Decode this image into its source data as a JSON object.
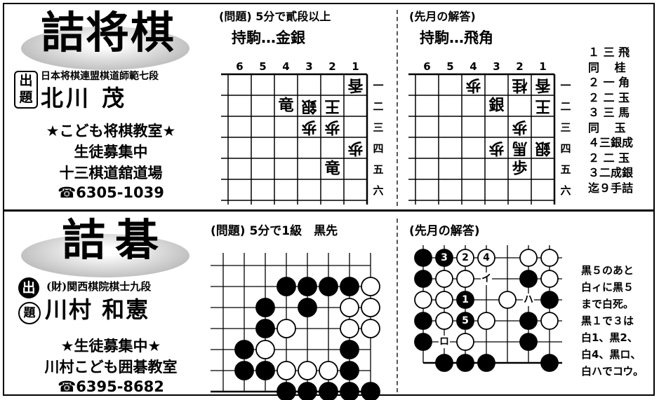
{
  "shogi": {
    "title": "詰将棋",
    "setter_label_top": "出",
    "setter_label_bottom": "題",
    "setter_affiliation": "日本将棋連盟棋道師範七段",
    "setter_name": "北川 茂",
    "promo_1": "★こども将棋教室★",
    "promo_2": "生徒募集中",
    "promo_3": "十三棋道舘道場",
    "phone": "☎6305-1039",
    "problem_heading": "(問題) 5分で貳段以上",
    "problem_hand": "持駒…金銀",
    "answer_heading": "(先月の解答)",
    "answer_hand": "持駒…飛角",
    "files": [
      "6",
      "5",
      "4",
      "3",
      "2",
      "1"
    ],
    "ranks": [
      "一",
      "二",
      "三",
      "四",
      "五",
      "六"
    ],
    "problem_pieces": [
      {
        "file": 1,
        "rank": 1,
        "piece": "香",
        "side": "gote"
      },
      {
        "file": 4,
        "rank": 2,
        "piece": "竜",
        "side": "sente"
      },
      {
        "file": 3,
        "rank": 2,
        "piece": "銀",
        "side": "gote"
      },
      {
        "file": 2,
        "rank": 2,
        "piece": "王",
        "side": "gote"
      },
      {
        "file": 3,
        "rank": 3,
        "piece": "歩",
        "side": "gote"
      },
      {
        "file": 2,
        "rank": 3,
        "piece": "歩",
        "side": "gote"
      },
      {
        "file": 1,
        "rank": 4,
        "piece": "歩",
        "side": "gote"
      },
      {
        "file": 2,
        "rank": 5,
        "piece": "竜",
        "side": "sente"
      }
    ],
    "answer_pieces": [
      {
        "file": 4,
        "rank": 1,
        "piece": "歩",
        "side": "gote"
      },
      {
        "file": 2,
        "rank": 1,
        "piece": "桂",
        "side": "gote"
      },
      {
        "file": 1,
        "rank": 1,
        "piece": "香",
        "side": "gote"
      },
      {
        "file": 3,
        "rank": 2,
        "piece": "銀",
        "side": "sente"
      },
      {
        "file": 1,
        "rank": 2,
        "piece": "王",
        "side": "gote"
      },
      {
        "file": 2,
        "rank": 3,
        "piece": "歩",
        "side": "gote"
      },
      {
        "file": 3,
        "rank": 4,
        "piece": "歩",
        "side": "gote"
      },
      {
        "file": 2,
        "rank": 4,
        "piece": "馬",
        "side": "gote"
      },
      {
        "file": 1,
        "rank": 4,
        "piece": "銀",
        "side": "gote"
      },
      {
        "file": 2,
        "rank": 5,
        "piece": "歩",
        "side": "sente"
      }
    ],
    "answer_moves": [
      "１ 三 飛",
      "同　 桂",
      "２ 一 角",
      "２ 二 玉",
      "３ 三 馬",
      "同　 玉",
      "４三銀成",
      "２ 二 玉",
      "３二成銀",
      "迄９手詰"
    ]
  },
  "go": {
    "title": "詰碁",
    "setter_label_top": "出",
    "setter_label_bottom": "題",
    "setter_affiliation": "(財)関西棋院棋士九段",
    "setter_name": "川村 和憲",
    "promo_1": "★生徒募集中★",
    "promo_2": "川村こども囲碁教室",
    "phone": "☎6395-8682",
    "problem_heading": "(問題) 5分で1級　黒先",
    "answer_heading": "(先月の解答)",
    "problem_stones": [
      {
        "c": 3,
        "r": 1,
        "color": "black"
      },
      {
        "c": 4,
        "r": 1,
        "color": "black"
      },
      {
        "c": 5,
        "r": 1,
        "color": "black"
      },
      {
        "c": 6,
        "r": 1,
        "color": "black"
      },
      {
        "c": 7,
        "r": 1,
        "color": "white"
      },
      {
        "c": 2,
        "r": 2,
        "color": "black"
      },
      {
        "c": 4,
        "r": 2,
        "color": "black"
      },
      {
        "c": 6,
        "r": 2,
        "color": "white"
      },
      {
        "c": 7,
        "r": 2,
        "color": "white"
      },
      {
        "c": 2,
        "r": 3,
        "color": "black"
      },
      {
        "c": 3,
        "r": 3,
        "color": "white"
      },
      {
        "c": 6,
        "r": 3,
        "color": "white"
      },
      {
        "c": 7,
        "r": 3,
        "color": "white"
      },
      {
        "c": 1,
        "r": 4,
        "color": "black"
      },
      {
        "c": 2,
        "r": 4,
        "color": "white"
      },
      {
        "c": 6,
        "r": 4,
        "color": "black"
      },
      {
        "c": 1,
        "r": 5,
        "color": "black"
      },
      {
        "c": 2,
        "r": 5,
        "color": "black"
      },
      {
        "c": 3,
        "r": 5,
        "color": "white"
      },
      {
        "c": 4,
        "r": 5,
        "color": "white"
      },
      {
        "c": 5,
        "r": 5,
        "color": "white"
      },
      {
        "c": 6,
        "r": 5,
        "color": "black"
      },
      {
        "c": 3,
        "r": 6,
        "color": "black"
      },
      {
        "c": 4,
        "r": 6,
        "color": "black"
      },
      {
        "c": 5,
        "r": 6,
        "color": "black"
      },
      {
        "c": 6,
        "r": 6,
        "color": "black"
      },
      {
        "c": 7,
        "r": 6,
        "color": "black"
      }
    ],
    "answer_stones": [
      {
        "c": 0,
        "r": 0,
        "color": "black",
        "label": ""
      },
      {
        "c": 1,
        "r": 0,
        "color": "black",
        "label": "3"
      },
      {
        "c": 2,
        "r": 0,
        "color": "white",
        "label": "2"
      },
      {
        "c": 3,
        "r": 0,
        "color": "white",
        "label": "4"
      },
      {
        "c": 5,
        "r": 0,
        "color": "white",
        "label": ""
      },
      {
        "c": 6,
        "r": 0,
        "color": "white",
        "label": ""
      },
      {
        "c": 0,
        "r": 1,
        "color": "black",
        "label": ""
      },
      {
        "c": 1,
        "r": 1,
        "color": "white",
        "label": ""
      },
      {
        "c": 2,
        "r": 1,
        "color": "white",
        "label": ""
      },
      {
        "c": 5,
        "r": 1,
        "color": "black",
        "label": ""
      },
      {
        "c": 6,
        "r": 1,
        "color": "white",
        "label": ""
      },
      {
        "c": 0,
        "r": 2,
        "color": "white",
        "label": ""
      },
      {
        "c": 1,
        "r": 2,
        "color": "white",
        "label": ""
      },
      {
        "c": 2,
        "r": 2,
        "color": "black",
        "label": "1"
      },
      {
        "c": 4,
        "r": 2,
        "color": "white",
        "label": ""
      },
      {
        "c": 6,
        "r": 2,
        "color": "black",
        "label": ""
      },
      {
        "c": 0,
        "r": 3,
        "color": "black",
        "label": ""
      },
      {
        "c": 1,
        "r": 3,
        "color": "white",
        "label": ""
      },
      {
        "c": 2,
        "r": 3,
        "color": "black",
        "label": "5"
      },
      {
        "c": 3,
        "r": 3,
        "color": "white",
        "label": ""
      },
      {
        "c": 5,
        "r": 3,
        "color": "black",
        "label": ""
      },
      {
        "c": 6,
        "r": 3,
        "color": "white",
        "label": ""
      },
      {
        "c": 0,
        "r": 4,
        "color": "black",
        "label": ""
      },
      {
        "c": 2,
        "r": 4,
        "color": "white",
        "label": ""
      },
      {
        "c": 5,
        "r": 4,
        "color": "black",
        "label": ""
      },
      {
        "c": 1,
        "r": 5,
        "color": "black",
        "label": ""
      },
      {
        "c": 2,
        "r": 5,
        "color": "black",
        "label": ""
      },
      {
        "c": 3,
        "r": 5,
        "color": "black",
        "label": ""
      },
      {
        "c": 6,
        "r": 5,
        "color": "black",
        "label": ""
      }
    ],
    "answer_marks": [
      {
        "c": 3,
        "r": 1,
        "text": "イ"
      },
      {
        "c": 5,
        "r": 2,
        "text": "ハ"
      },
      {
        "c": 1,
        "r": 4,
        "text": "ロ"
      }
    ],
    "answer_text": [
      "黒５のあと",
      "白ィに黒５",
      "まで白死。",
      "黒１で３は",
      "白1、黒2、",
      "白4、黒ロ、",
      "白ハでコウ。"
    ]
  }
}
